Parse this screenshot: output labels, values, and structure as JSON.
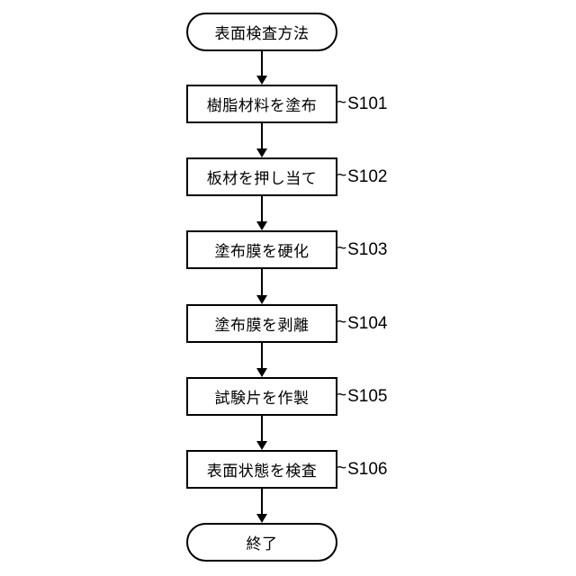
{
  "flowchart": {
    "title": "表面検査方法",
    "start": {
      "label": "表面検査方法"
    },
    "steps": [
      {
        "label": "樹脂材料を塗布",
        "id": "S101",
        "connector": "~"
      },
      {
        "label": "板材を押し当て",
        "id": "S102",
        "connector": "~"
      },
      {
        "label": "塗布膜を硬化",
        "id": "S103",
        "connector": "~"
      },
      {
        "label": "塗布膜を剥離",
        "id": "S104",
        "connector": "~"
      },
      {
        "label": "試験片を作製",
        "id": "S105",
        "connector": "~"
      },
      {
        "label": "表面状態を検査",
        "id": "S106",
        "connector": "~"
      }
    ],
    "end": {
      "label": "終了"
    },
    "colors": {
      "stroke": "#000000",
      "background": "#ffffff",
      "text": "#000000"
    }
  }
}
